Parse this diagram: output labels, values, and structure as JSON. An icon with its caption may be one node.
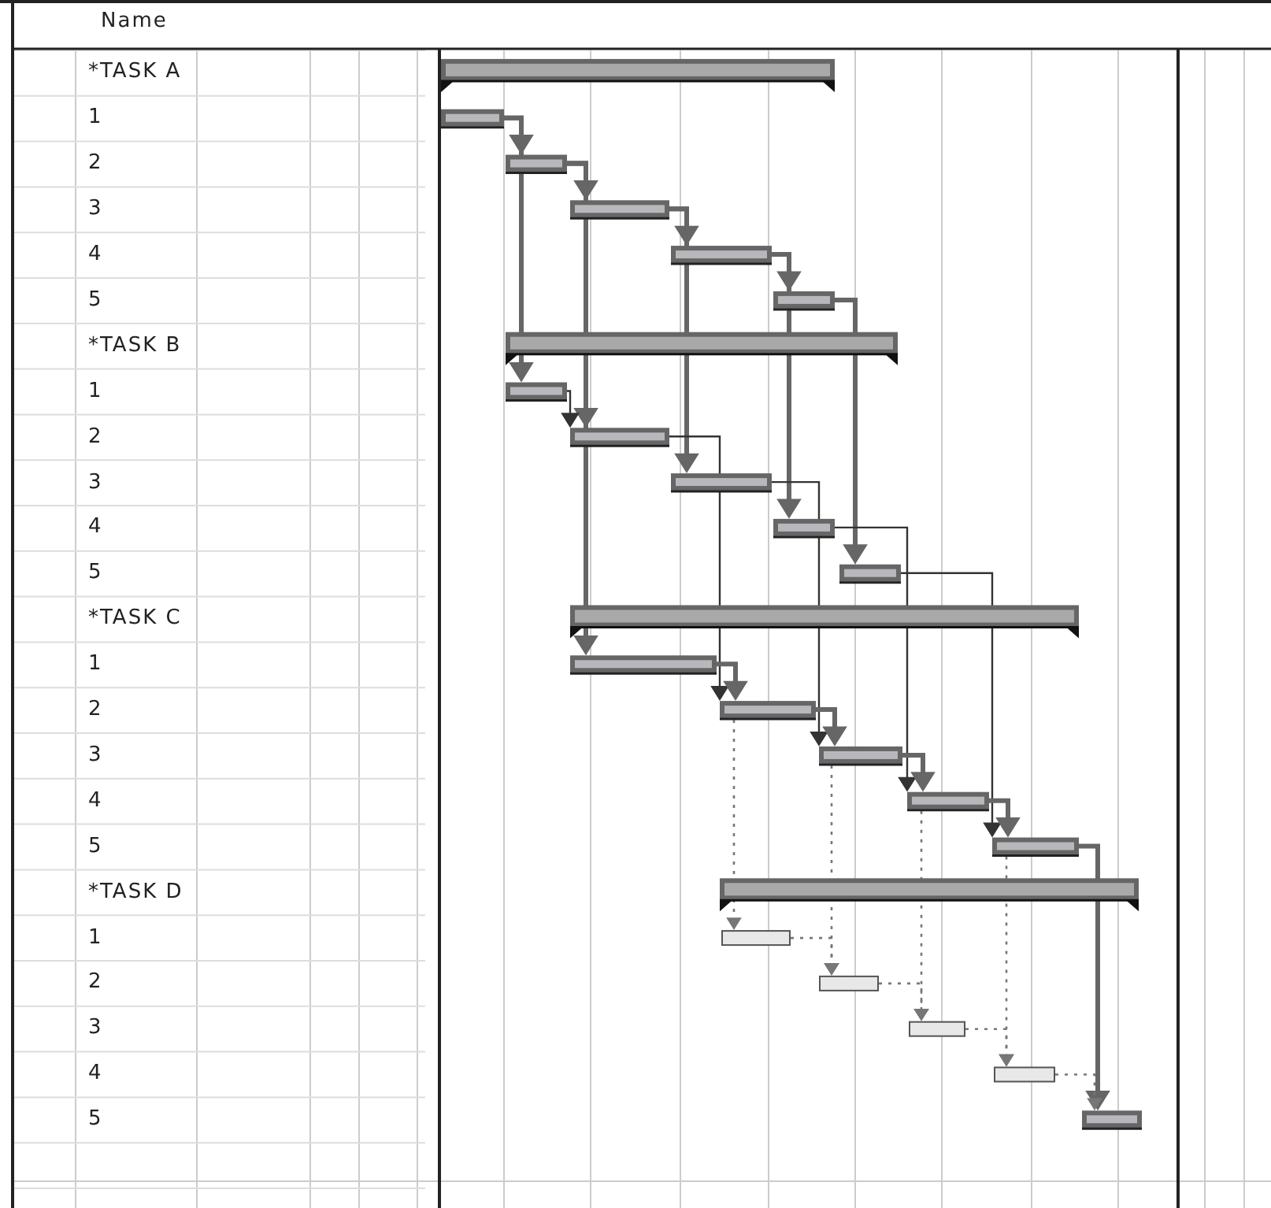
{
  "diagram": {
    "nodes": [
      {
        "text": [],
        "shape": "bar"
      },
      {
        "text": [],
        "shape": "bar"
      },
      {
        "text": [],
        "shape": "bar"
      },
      {
        "text": [],
        "shape": "bar"
      },
      {
        "text": [],
        "shape": "bar"
      },
      {
        "text": [],
        "shape": "bar"
      },
      {
        "text": [],
        "shape": "bar"
      },
      {
        "text": [],
        "shape": "bar"
      },
      {
        "text": [],
        "shape": "bar"
      },
      {
        "text": [],
        "shape": "bar"
      },
      {
        "text": [],
        "shape": "bar"
      },
      {
        "text": [],
        "shape": "bar"
      },
      {
        "text": [],
        "shape": "bar"
      },
      {
        "text": [],
        "shape": "bar"
      },
      {
        "text": [],
        "shape": "bar"
      },
      {
        "text": [],
        "shape": "bar"
      },
      {
        "text": [],
        "shape": "bar"
      },
      {
        "text": [],
        "shape": "bar"
      },
      {
        "text": [],
        "shape": "bar"
      },
      {
        "text": [],
        "shape": "bar"
      },
      {
        "text": [],
        "shape": "bar"
      },
      {
        "text": [],
        "shape": "bar"
      },
      {
        "text": [],
        "shape": "bar"
      },
      {
        "text": [],
        "shape": "bar"
      }
    ],
    "edges": [
      {
        "from": 1,
        "to": 2,
        "arrow": "to"
      },
      {
        "from": 1,
        "to": 7,
        "arrow": "to"
      },
      {
        "from": 2,
        "to": 3,
        "arrow": "to"
      },
      {
        "from": 2,
        "to": 8,
        "arrow": "to"
      },
      {
        "from": 2,
        "to": 13,
        "arrow": "to"
      },
      {
        "from": 3,
        "to": 4,
        "arrow": "to"
      },
      {
        "from": 3,
        "to": 9,
        "arrow": "to"
      },
      {
        "from": 4,
        "to": 5,
        "arrow": "to"
      },
      {
        "from": 4,
        "to": 10,
        "arrow": "to"
      },
      {
        "from": 5,
        "to": 11,
        "arrow": "to"
      },
      {
        "from": 7,
        "to": 8,
        "arrow": "to",
        "color": "#333333"
      },
      {
        "from": 8,
        "to": 14,
        "arrow": "to",
        "color": "#333333"
      },
      {
        "from": 9,
        "to": 15,
        "arrow": "to",
        "color": "#333333"
      },
      {
        "from": 10,
        "to": 16,
        "arrow": "to",
        "color": "#333333"
      },
      {
        "from": 11,
        "to": 17,
        "arrow": "to",
        "color": "#333333"
      },
      {
        "from": 13,
        "to": 14,
        "arrow": "to"
      },
      {
        "from": 14,
        "to": 15,
        "arrow": "to"
      },
      {
        "from": 15,
        "to": 16,
        "arrow": "to"
      },
      {
        "from": 16,
        "to": 17,
        "arrow": "to"
      },
      {
        "from": 17,
        "to": 23,
        "arrow": "to"
      },
      {
        "from": 14,
        "to": 19,
        "arrow": "to",
        "style": "dashed"
      },
      {
        "from": 15,
        "to": 20,
        "arrow": "to",
        "style": "dashed"
      },
      {
        "from": 16,
        "to": 21,
        "arrow": "to",
        "style": "dashed"
      },
      {
        "from": 17,
        "to": 22,
        "arrow": "to",
        "style": "dashed"
      },
      {
        "from": 19,
        "to": 20,
        "arrow": "to",
        "style": "dashed"
      },
      {
        "from": 20,
        "to": 21,
        "arrow": "to",
        "style": "dashed"
      },
      {
        "from": 21,
        "to": 22,
        "arrow": "to",
        "style": "dashed"
      },
      {
        "from": 22,
        "to": 23,
        "arrow": "to",
        "style": "dashed"
      }
    ],
    "labels": [
      "Name",
      "*TASK A",
      "1",
      "2",
      "3",
      "4",
      "5",
      "*TASK B",
      "1",
      "2",
      "3",
      "4",
      "5",
      "*TASK C",
      "1",
      "2",
      "3",
      "4",
      "5",
      "*TASK D",
      "1",
      "2",
      "3",
      "4",
      "5"
    ]
  }
}
